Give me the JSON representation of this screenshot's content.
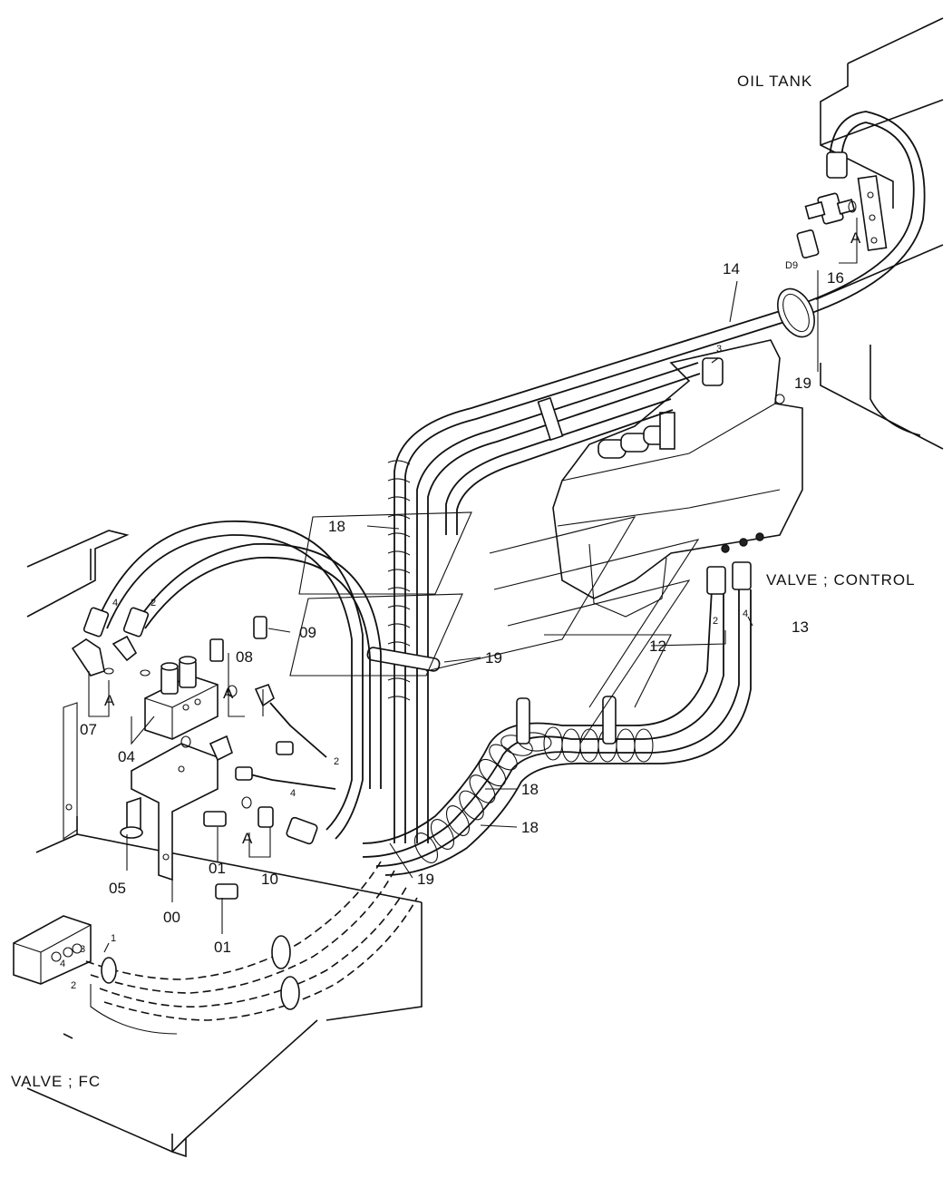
{
  "labels": {
    "oil_tank": "OIL TANK",
    "valve_control": "VALVE ; CONTROL",
    "valve_fc": "VALVE ; FC",
    "p14": "14",
    "p16": "16",
    "p19a": "19",
    "p19b": "19",
    "p19c": "19",
    "p18a": "18",
    "p18b": "18",
    "p18c": "18",
    "p12": "12",
    "p13": "13",
    "p09": "09",
    "p08": "08",
    "p07": "07",
    "p04": "04",
    "p05": "05",
    "p00": "00",
    "p01a": "01",
    "p01b": "01",
    "p10": "10",
    "d9": "D9",
    "a1": "A",
    "a2": "A",
    "a3": "A",
    "a4": "A",
    "port1": "1",
    "port2": "2",
    "port3": "3",
    "port4": "4",
    "n2a": "2",
    "n4a": "4",
    "n2b": "2",
    "n4b": "4",
    "n2c": "2",
    "n4c": "4",
    "n3": "3"
  }
}
